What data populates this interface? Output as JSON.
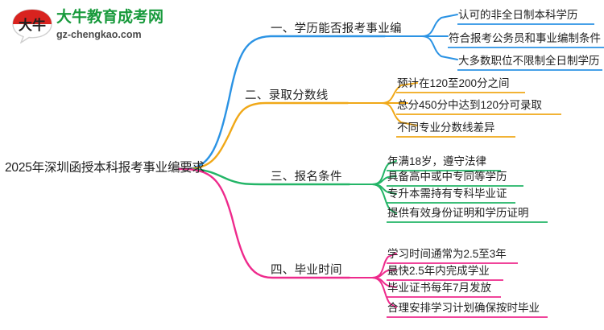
{
  "logo": {
    "mark_text": "大牛",
    "title": "大牛教育成考网",
    "subtitle": "gz-chengkao.com",
    "brand_green": "#189a3c",
    "brand_red": "#d9231f"
  },
  "mindmap": {
    "root": {
      "label": "2025年深圳函授本科报考事业编要求"
    },
    "branches": [
      {
        "label": "一、学历能否报考事业编",
        "color": "#2b93e4",
        "children": [
          {
            "label": "认可的非全日制本科学历"
          },
          {
            "label": "符合报考公务员和事业编制条件"
          },
          {
            "label": "大多数职位不限制全日制学历"
          }
        ]
      },
      {
        "label": "二、录取分数线",
        "color": "#f0a818",
        "children": [
          {
            "label": "预计在120至200分之间"
          },
          {
            "label": "总分450分中达到120分可录取"
          },
          {
            "label": "不同专业分数线差异"
          }
        ]
      },
      {
        "label": "三、报名条件",
        "color": "#23b567",
        "children": [
          {
            "label": "年满18岁，遵守法律"
          },
          {
            "label": "具备高中或中专同等学历"
          },
          {
            "label": "专升本需持有专科毕业证"
          },
          {
            "label": "提供有效身份证明和学历证明"
          }
        ]
      },
      {
        "label": "四、毕业时间",
        "color": "#ee2a8c",
        "children": [
          {
            "label": "学习时间通常为2.5至3年"
          },
          {
            "label": "最快2.5年内完成学业"
          },
          {
            "label": "毕业证书每年7月发放"
          },
          {
            "label": "合理安排学习计划确保按时毕业"
          }
        ]
      }
    ]
  }
}
